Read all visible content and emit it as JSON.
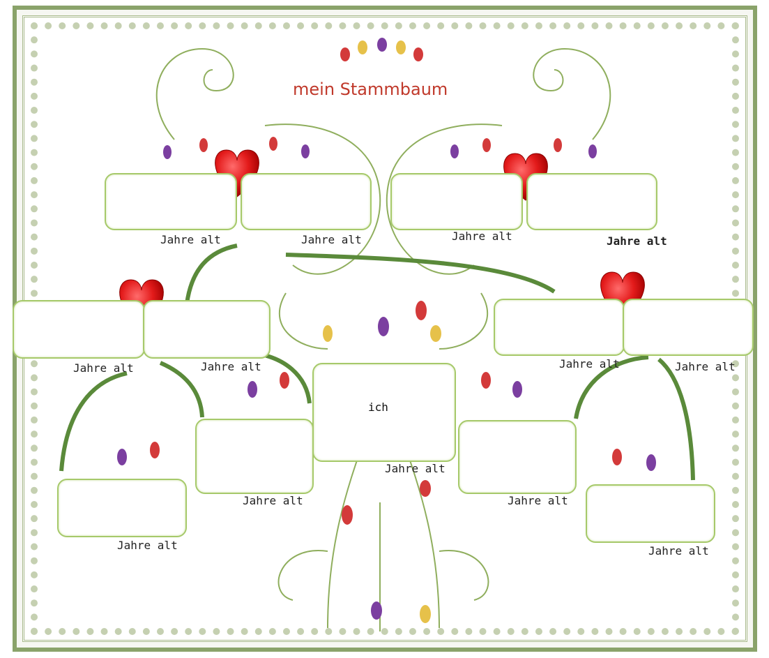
{
  "title": "mein Stammbaum",
  "me_label": "ich",
  "age_label": "Jahre alt",
  "colors": {
    "frame": "#8aa36a",
    "box_border": "#a6c96a",
    "arc": "#5a8a3a",
    "heart": "#e31b1b",
    "title": "#c0392b"
  },
  "icons": [
    "heart-icon",
    "tulip-icon",
    "swirl-vine"
  ]
}
